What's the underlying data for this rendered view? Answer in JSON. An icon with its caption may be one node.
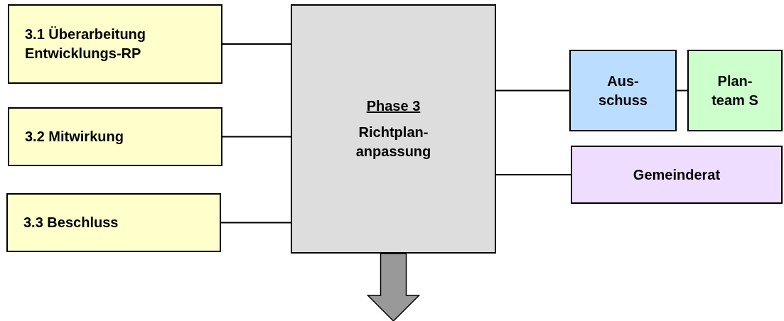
{
  "diagram": {
    "nodes": [
      {
        "text": [
          "3.1 Überarbeitung Entwicklungs-RP"
        ]
      },
      {
        "text": [
          "3.2 Mitwirkung"
        ]
      },
      {
        "text": [
          "3.3 Beschluss"
        ]
      },
      {
        "text": [
          "Phase 3",
          "Richtplan- anpassung"
        ]
      },
      {
        "text": [
          "Aus- schuss"
        ]
      },
      {
        "text": [
          "Plan- team S"
        ]
      },
      {
        "text": [
          "Gemeinderat"
        ]
      }
    ],
    "edges": [
      {
        "from": 0,
        "to": 3,
        "arrow": "none"
      },
      {
        "from": 1,
        "to": 3,
        "arrow": "none"
      },
      {
        "from": 2,
        "to": 3,
        "arrow": "none"
      },
      {
        "from": 3,
        "to": 4,
        "arrow": "none"
      },
      {
        "from": 4,
        "to": 5,
        "arrow": "none"
      },
      {
        "from": 3,
        "to": 6,
        "arrow": "none"
      },
      {
        "from": 3,
        "to": null,
        "arrow": "to",
        "style": "thick"
      }
    ]
  }
}
